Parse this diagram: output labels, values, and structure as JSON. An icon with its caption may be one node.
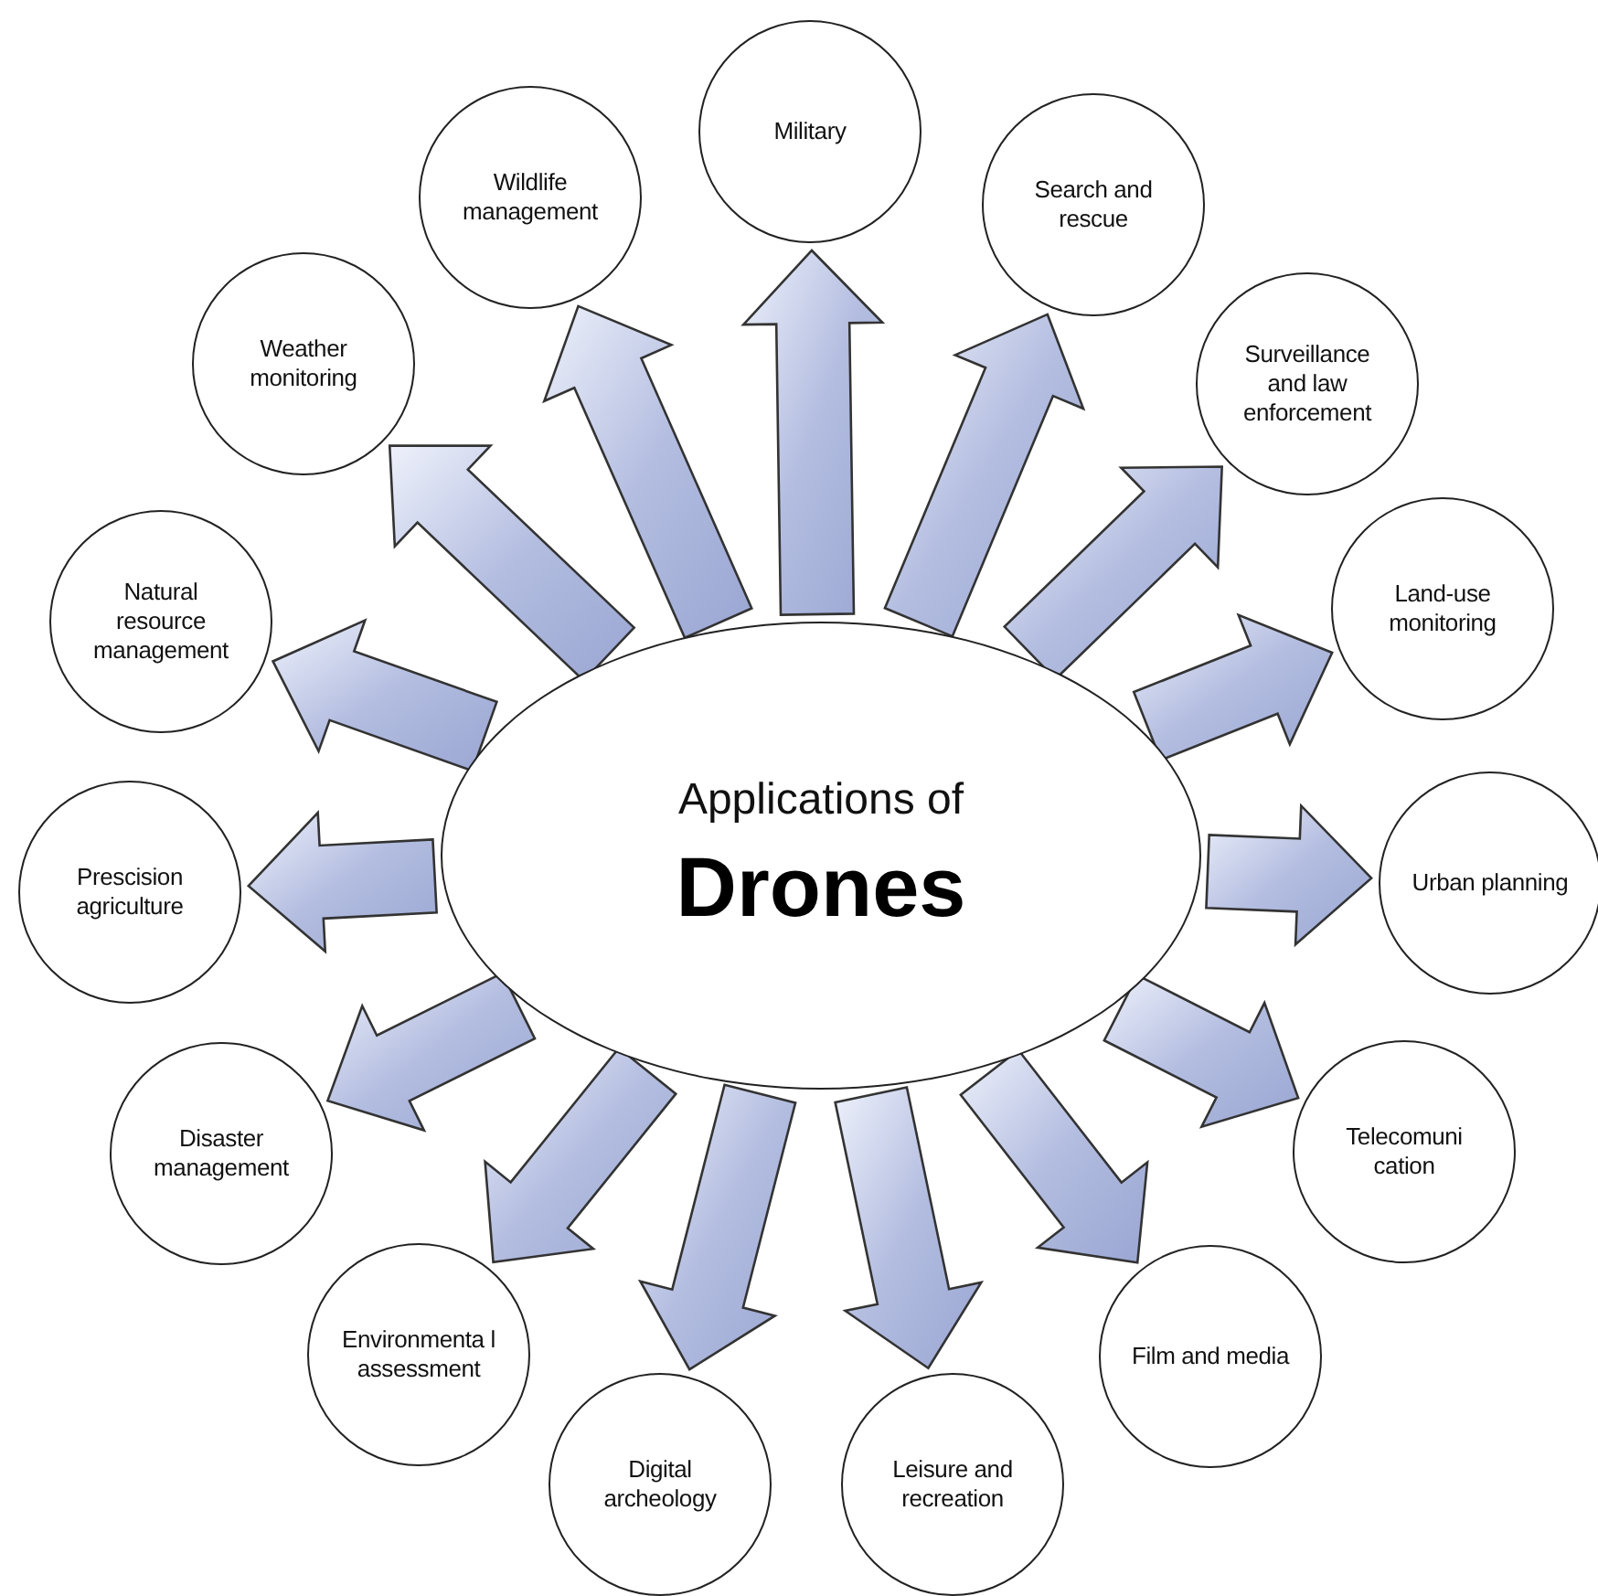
{
  "diagram": {
    "nodes": [
      {
        "text": [
          "Applications of",
          "Drones"
        ]
      },
      {
        "text": [
          "Military"
        ]
      },
      {
        "text": [
          "Search and rescue"
        ]
      },
      {
        "text": [
          "Surveillance and law enforcement"
        ]
      },
      {
        "text": [
          "Land-use monitoring"
        ]
      },
      {
        "text": [
          "Urban planning"
        ]
      },
      {
        "text": [
          "Telecomuni cation"
        ]
      },
      {
        "text": [
          "Film and media"
        ]
      },
      {
        "text": [
          "Leisure and recreation"
        ]
      },
      {
        "text": [
          "Digital archeology"
        ]
      },
      {
        "text": [
          "Environmenta l assessment"
        ]
      },
      {
        "text": [
          "Disaster management"
        ]
      },
      {
        "text": [
          "Prescision agriculture"
        ]
      },
      {
        "text": [
          "Natural resource management"
        ]
      },
      {
        "text": [
          "Weather monitoring"
        ]
      },
      {
        "text": [
          "Wildlife management"
        ]
      }
    ],
    "edges": [
      {
        "from": 0,
        "to": 1,
        "arrow": "to"
      },
      {
        "from": 0,
        "to": 2,
        "arrow": "to"
      },
      {
        "from": 0,
        "to": 3,
        "arrow": "to"
      },
      {
        "from": 0,
        "to": 4,
        "arrow": "to"
      },
      {
        "from": 0,
        "to": 5,
        "arrow": "to"
      },
      {
        "from": 0,
        "to": 6,
        "arrow": "to"
      },
      {
        "from": 0,
        "to": 7,
        "arrow": "to"
      },
      {
        "from": 0,
        "to": 8,
        "arrow": "to"
      },
      {
        "from": 0,
        "to": 9,
        "arrow": "to"
      },
      {
        "from": 0,
        "to": 10,
        "arrow": "to"
      },
      {
        "from": 0,
        "to": 11,
        "arrow": "to"
      },
      {
        "from": 0,
        "to": 12,
        "arrow": "to"
      },
      {
        "from": 0,
        "to": 13,
        "arrow": "to"
      },
      {
        "from": 0,
        "to": 14,
        "arrow": "to"
      },
      {
        "from": 0,
        "to": 15,
        "arrow": "to"
      }
    ]
  }
}
